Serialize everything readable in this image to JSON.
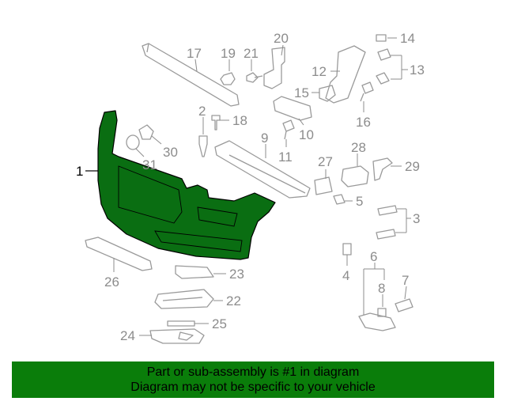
{
  "callouts": [
    {
      "id": "1",
      "label": "1",
      "highlighted": true
    },
    {
      "id": "2",
      "label": "2"
    },
    {
      "id": "3",
      "label": "3"
    },
    {
      "id": "4",
      "label": "4"
    },
    {
      "id": "5",
      "label": "5"
    },
    {
      "id": "6",
      "label": "6"
    },
    {
      "id": "7",
      "label": "7"
    },
    {
      "id": "8",
      "label": "8"
    },
    {
      "id": "9",
      "label": "9"
    },
    {
      "id": "10",
      "label": "10"
    },
    {
      "id": "11",
      "label": "11"
    },
    {
      "id": "12",
      "label": "12"
    },
    {
      "id": "13",
      "label": "13"
    },
    {
      "id": "14",
      "label": "14"
    },
    {
      "id": "15",
      "label": "15"
    },
    {
      "id": "16",
      "label": "16"
    },
    {
      "id": "17",
      "label": "17"
    },
    {
      "id": "18",
      "label": "18"
    },
    {
      "id": "19",
      "label": "19"
    },
    {
      "id": "20",
      "label": "20"
    },
    {
      "id": "21",
      "label": "21"
    },
    {
      "id": "22",
      "label": "22"
    },
    {
      "id": "23",
      "label": "23"
    },
    {
      "id": "24",
      "label": "24"
    },
    {
      "id": "25",
      "label": "25"
    },
    {
      "id": "26",
      "label": "26"
    },
    {
      "id": "27",
      "label": "27"
    },
    {
      "id": "28",
      "label": "28"
    },
    {
      "id": "29",
      "label": "29"
    },
    {
      "id": "30",
      "label": "30"
    },
    {
      "id": "31",
      "label": "31"
    }
  ],
  "colors": {
    "highlight_part": "#0a6e12",
    "part_outline": "#9a9a9a",
    "callout_text": "#8c8c8c",
    "banner_background": "#0a7d0a"
  },
  "banner": {
    "line1": "Part or sub-assembly is #1 in diagram",
    "line2": "Diagram may not be specific to your vehicle"
  }
}
